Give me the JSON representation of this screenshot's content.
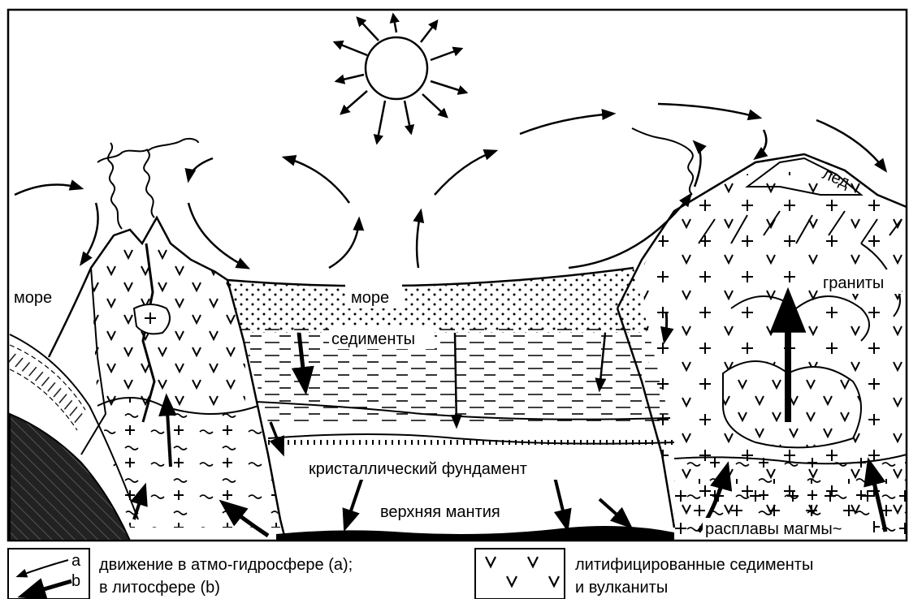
{
  "labels": {
    "sea_left": "море",
    "sea_center": "море",
    "ice": "лед",
    "granites": "граниты",
    "sediments": "седименты",
    "basement": "кристаллический фундамент",
    "mantle": "верхняя мантия",
    "melts": "расплавы магмы~"
  },
  "legend": {
    "arrow_a": "a",
    "arrow_b": "b",
    "motion_line1": "движение в атмо-гидросфере (a);",
    "motion_line2": "в литосфере (b)",
    "rocks_line1": "литифицированные седименты",
    "rocks_line2": "и вулканиты"
  }
}
